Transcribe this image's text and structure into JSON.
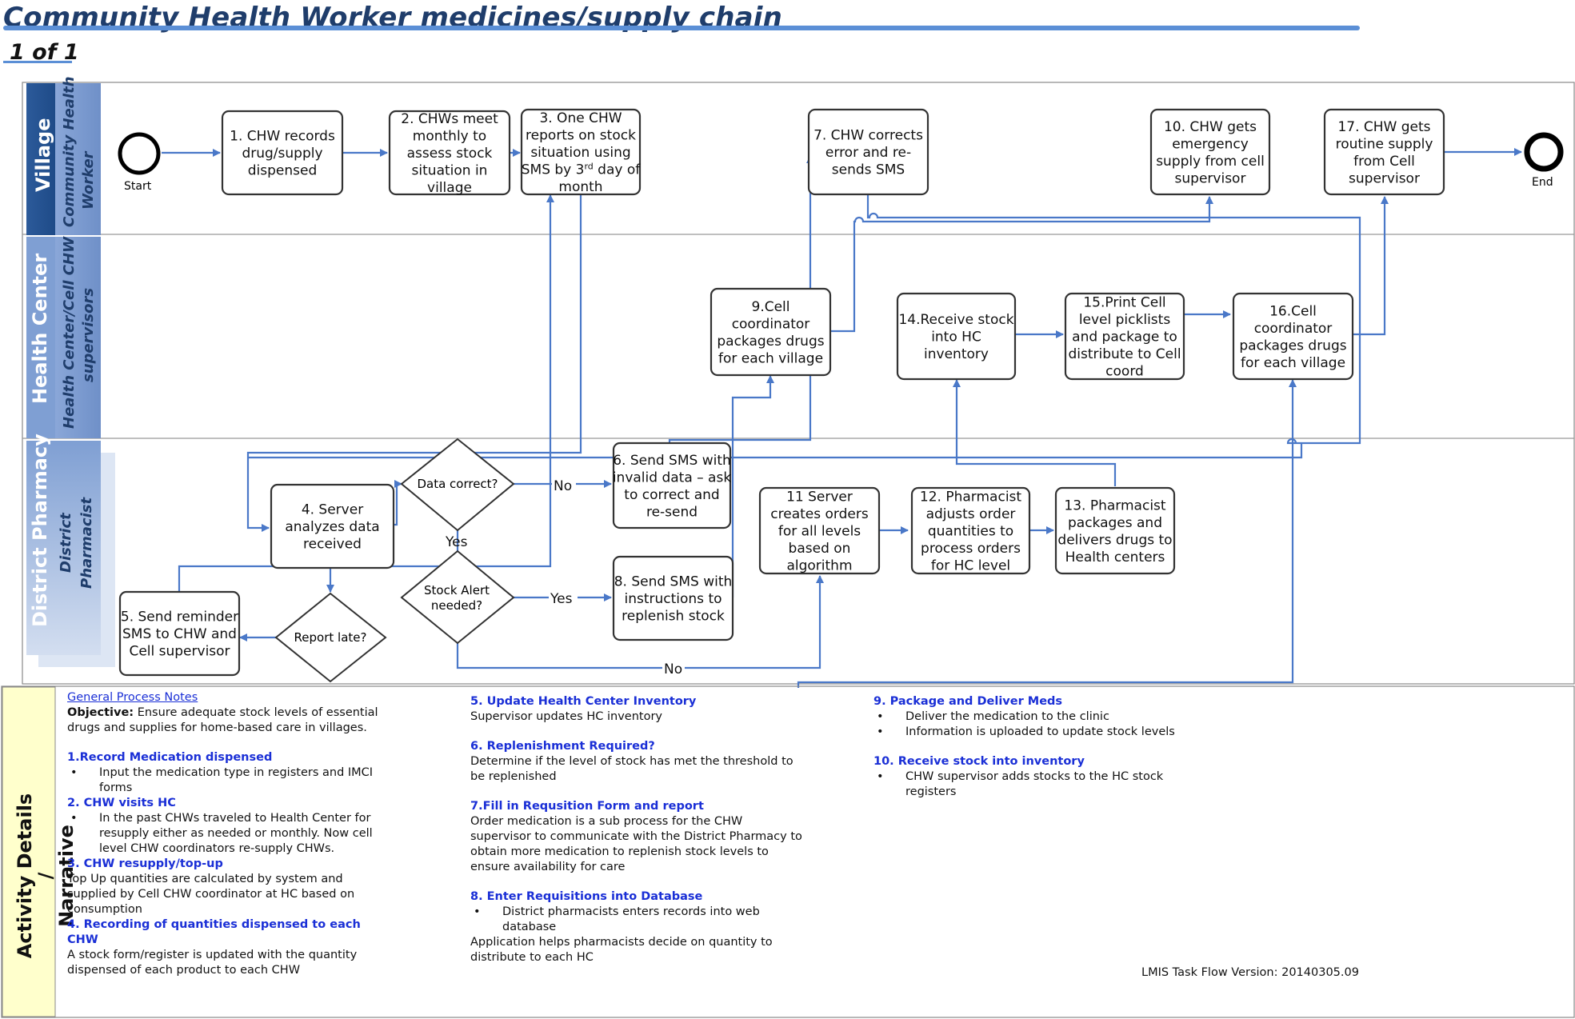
{
  "header": {
    "title": "Community Health Worker medicines/supply chain",
    "page": "1 of 1"
  },
  "lanes": [
    {
      "group": "Village",
      "role": "Community Health Worker"
    },
    {
      "group": "Health Center",
      "role": "Health Center/Cell CHW supervisors"
    },
    {
      "group": "District Pharmacy",
      "role": "District Pharmacist"
    }
  ],
  "events": {
    "start": "Start",
    "end": "End"
  },
  "steps": {
    "s1": [
      "1. CHW records",
      "drug/supply",
      "dispensed"
    ],
    "s2": [
      "2. CHWs meet",
      "monthly to",
      "assess stock",
      "situation in",
      "village"
    ],
    "s3_lines": [
      "3. One CHW",
      "reports on stock",
      "situation using"
    ],
    "s3_pre": "SMS by 3",
    "s3_sup": "rd",
    "s3_post": " day of",
    "s3_last": "month",
    "s4": [
      "4. Server",
      "analyzes data",
      "received"
    ],
    "s5": [
      "5. Send reminder",
      "SMS to CHW and",
      "Cell supervisor"
    ],
    "s6": [
      "6. Send SMS with",
      "invalid data – ask",
      "to correct and",
      "re-send"
    ],
    "s7": [
      "7. CHW corrects",
      "error and re-",
      "sends SMS"
    ],
    "s8": [
      "8. Send SMS with",
      "instructions to",
      "replenish stock"
    ],
    "s9": [
      "9.Cell",
      "coordinator",
      "packages drugs",
      "for each village"
    ],
    "s10": [
      "10. CHW gets",
      "emergency",
      "supply from cell",
      "supervisor"
    ],
    "s11": [
      "11 Server",
      "creates orders",
      "for all levels",
      "based on",
      "algorithm"
    ],
    "s12": [
      "12. Pharmacist",
      "adjusts order",
      "quantities to",
      "process orders",
      "for HC level"
    ],
    "s13": [
      "13. Pharmacist",
      "packages and",
      "delivers drugs to",
      "Health centers"
    ],
    "s14": [
      "14.Receive stock",
      "into HC",
      "inventory"
    ],
    "s15": [
      "15.Print Cell",
      "level picklists",
      "and package to",
      "distribute to Cell",
      "coord"
    ],
    "s16": [
      "16.Cell",
      "coordinator",
      "packages drugs",
      "for each village"
    ],
    "s17": [
      "17. CHW gets",
      "routine supply",
      "from Cell",
      "supervisor"
    ]
  },
  "decisions": {
    "d_data": "Data correct?",
    "d_late": "Report late?",
    "d_alert": [
      "Stock Alert",
      "needed?"
    ]
  },
  "flow_labels": {
    "no1": "No",
    "yes1": "Yes",
    "yes2": "Yes",
    "no2": "No"
  },
  "narrative": {
    "label": [
      "Activity Details /",
      "Narrative"
    ],
    "col1": {
      "notes_title": "General Process Notes",
      "objective_label": "Objective:",
      "objective_text": " Ensure adequate stock levels of essential drugs and supplies for home-based care in villages.",
      "h1": "1.Record Medication dispensed",
      "b1": "Input the medication type in registers and IMCI forms",
      "h2": "2. CHW visits HC",
      "b2": "In the past CHWs traveled to Health Center for resupply either as needed or monthly.  Now cell level CHW coordinators re-supply CHWs.",
      "h3": "3. CHW resupply/top-up",
      "t3": "Top Up quantities are calculated by system and supplied by Cell CHW coordinator at HC based on consumption",
      "h4": "4. Recording of quantities dispensed to each CHW",
      "t4": "A stock form/register is updated with the quantity dispensed of each product to each CHW"
    },
    "col2": {
      "h5": "5. Update Health Center Inventory",
      "t5": "Supervisor updates HC inventory",
      "h6": "6. Replenishment Required?",
      "t6": "Determine if the level of stock has met the threshold to be replenished",
      "h7": "7.Fill in Requsition Form and report",
      "t7": "Order medication is a sub process for the CHW supervisor  to  communicate with the District Pharmacy  to obtain more medication to replenish stock levels to ensure availability for care",
      "h8": "8. Enter Requisitions into Database",
      "b8": "District pharmacists enters records into web database",
      "t8": "Application helps pharmacists decide on quantity to distribute to each HC"
    },
    "col3": {
      "h9": "9. Package and Deliver Meds",
      "b9a": "Deliver the medication to the clinic",
      "b9b": "Information is uploaded to update stock levels",
      "h10": "10. Receive stock into inventory",
      "b10": "CHW supervisor adds stocks to the HC stock registers"
    },
    "version": "LMIS Task Flow Version: 20140305.09"
  },
  "colors": {
    "lane_dark": "#1f4e8c",
    "lane_light": "#7f9fd3",
    "arrow": "#4a78c8",
    "title": "#1f3d6b"
  }
}
